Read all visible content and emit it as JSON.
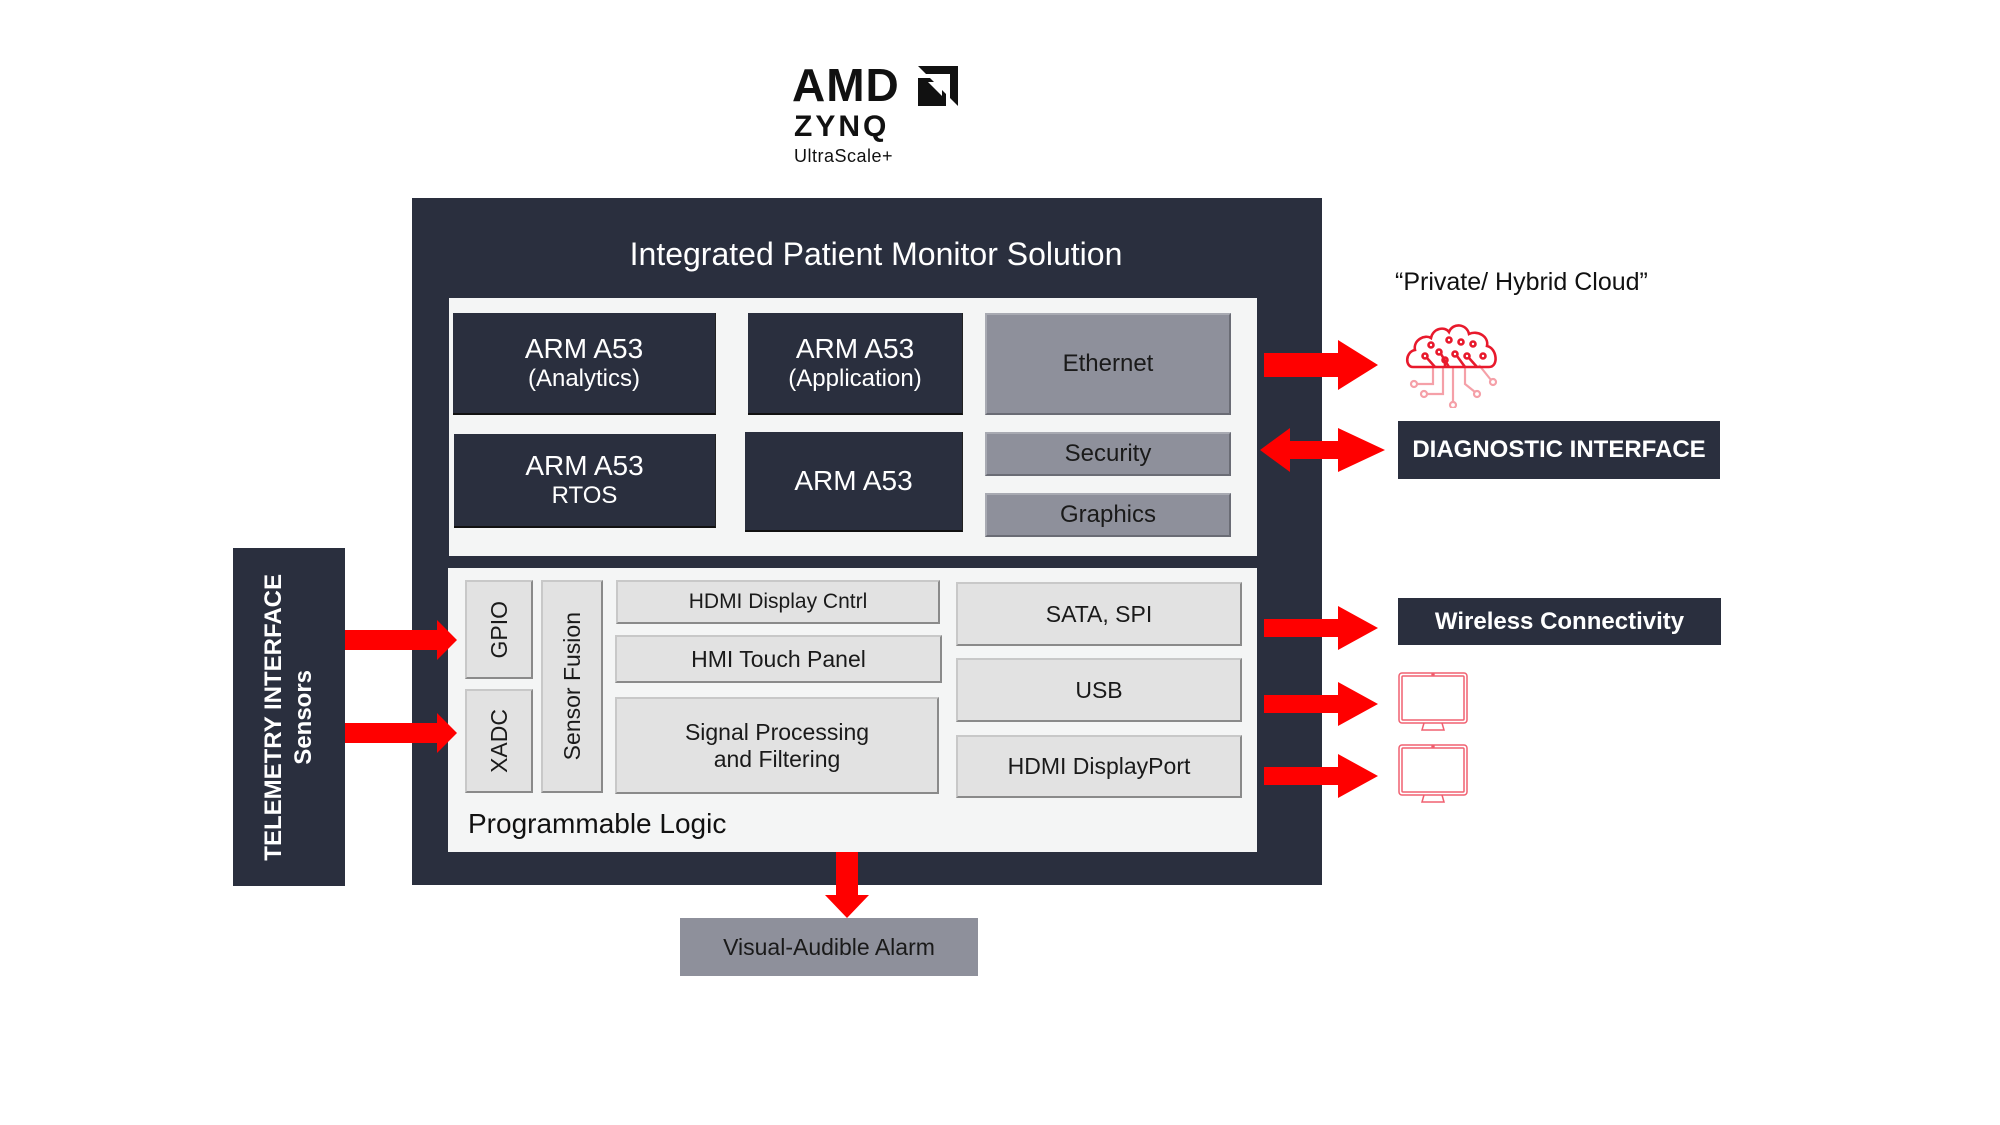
{
  "logo": {
    "brand": "AMD",
    "product": "ZYNQ",
    "family": "UltraScale+"
  },
  "main": {
    "title": "Integrated Patient Monitor Solution",
    "processing_system": {
      "blocks": [
        {
          "title": "ARM A53",
          "subtitle": "(Analytics)"
        },
        {
          "title": "ARM A53",
          "subtitle": "(Application)"
        },
        {
          "title": "ARM A53",
          "subtitle": "RTOS"
        },
        {
          "title": "ARM A53",
          "subtitle": ""
        }
      ],
      "peripherals": [
        "Ethernet",
        "Security",
        "Graphics"
      ]
    },
    "programmable_logic": {
      "label": "Programmable Logic",
      "io_blocks": [
        "GPIO",
        "XADC"
      ],
      "fusion": "Sensor Fusion",
      "middle_blocks": [
        "HDMI Display Cntrl",
        "HMI Touch Panel",
        "Signal Processing\nand Filtering"
      ],
      "signal_line1": "Signal Processing",
      "signal_line2": "and Filtering",
      "interfaces": [
        "SATA, SPI",
        "USB",
        "HDMI DisplayPort"
      ]
    }
  },
  "telemetry": {
    "line1": "TELEMETRY INTERFACE",
    "line2": "Sensors"
  },
  "external": {
    "cloud_label": "“Private/ Hybrid Cloud”",
    "cloud_icon": "cloud-circuit-icon",
    "diagnostic": "DIAGNOSTIC INTERFACE",
    "wireless": "Wireless Connectivity",
    "monitor_icon": "monitor-icon",
    "alarm": "Visual-Audible Alarm"
  },
  "colors": {
    "dark": "#2a2f3e",
    "arrow": "#ff0000",
    "panel": "#f4f5f5",
    "gray_block": "#8e909b",
    "light_block": "#e2e2e2",
    "icon_red": "#e8192c",
    "icon_pink": "#f5a0a8"
  }
}
